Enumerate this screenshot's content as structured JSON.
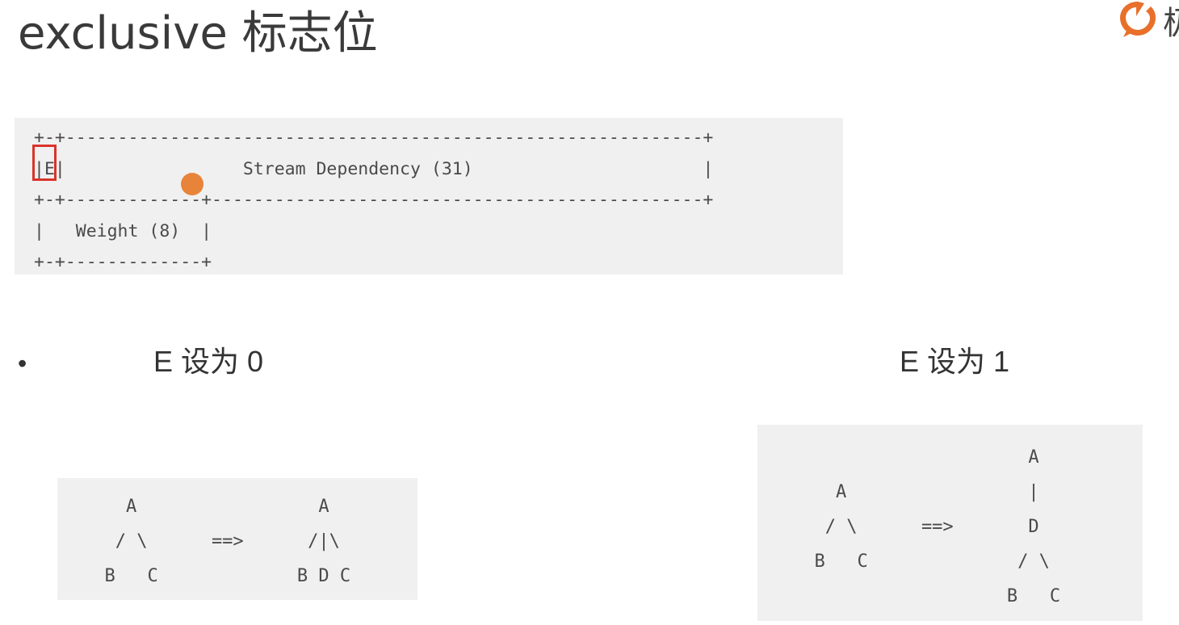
{
  "slide": {
    "title": "exclusive 标志位",
    "logo_icon": "brand-logo-icon",
    "logo_text": "极"
  },
  "frame_diagram": {
    "lines": [
      "+-+-------------------------------------------------------------+",
      "|E|                 Stream Dependency (31)                      |",
      "+-+-------------+-----------------------------------------------+",
      "|   Weight (8)  |",
      "+-+-------------+"
    ],
    "highlight_color": "#d9342b",
    "cursor_color": "#e8833a"
  },
  "cases": {
    "bullet": "•",
    "e0": {
      "label": "E 设为 0",
      "tree_lines": [
        "    A                 A",
        "   / \\      ==>      /|\\",
        "  B   C             B D C"
      ]
    },
    "e1": {
      "label": "E 设为 1",
      "tree_lines": [
        "                      A",
        "    A                 |",
        "   / \\      ==>       D",
        "  B   C              / \\",
        "                    B   C"
      ]
    }
  }
}
